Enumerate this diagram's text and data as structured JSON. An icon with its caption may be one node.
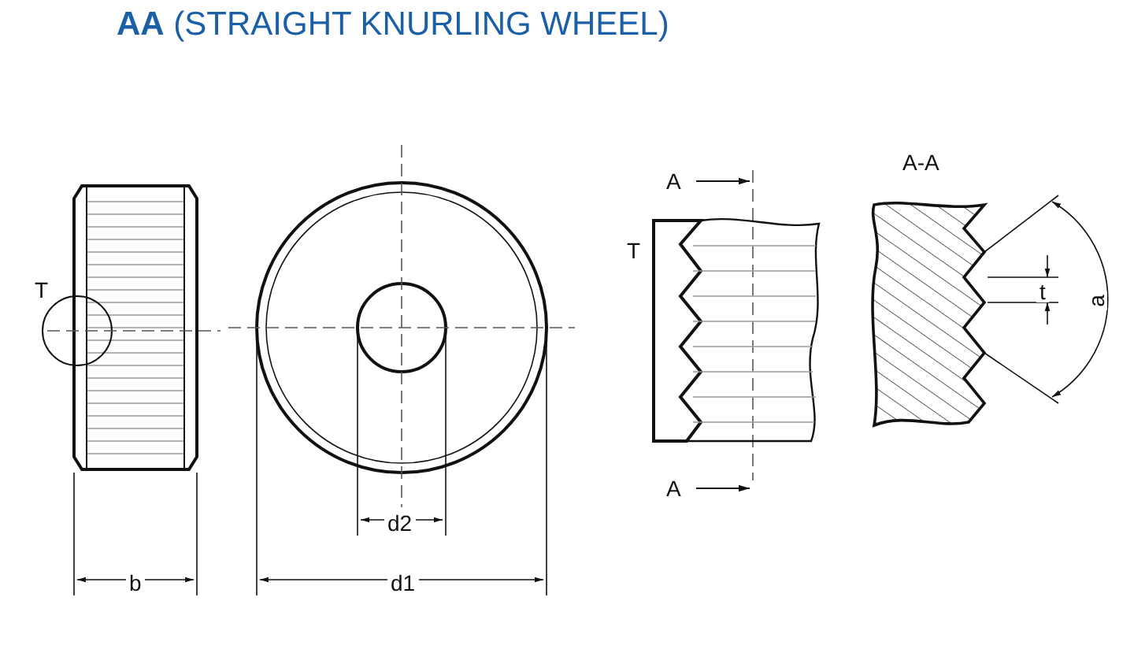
{
  "diagram": {
    "title": "**AA** (STRAIGHT KNURLING WHEEL)",
    "labels": [
      "A",
      "A-A",
      "T",
      "T",
      "t",
      "a",
      "A",
      "d2",
      "b",
      "d1"
    ]
  }
}
